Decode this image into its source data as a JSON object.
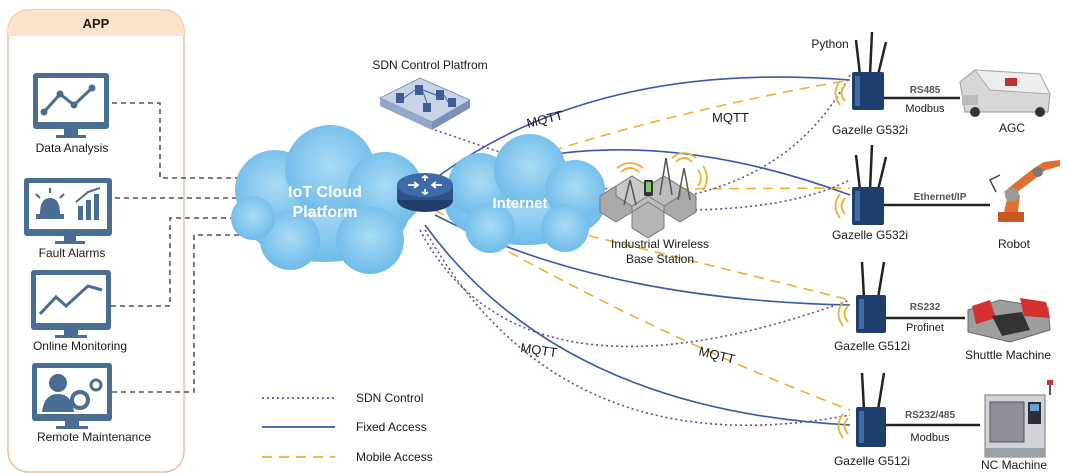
{
  "app_panel": {
    "title": "APP",
    "items": [
      {
        "label": "Data Analysis",
        "icon": "line-chart-icon"
      },
      {
        "label": "Fault Alarms",
        "icon": "alarm-chart-icon"
      },
      {
        "label": "Online Monitoring",
        "icon": "monitoring-icon"
      },
      {
        "label": "Remote Maintenance",
        "icon": "maintenance-icon"
      }
    ]
  },
  "cloud": {
    "line1": "IoT Cloud",
    "line2": "Platform"
  },
  "internet": {
    "label": "Internet"
  },
  "sdn": {
    "label": "SDN Control Platfrom"
  },
  "base_station": {
    "line1": "Industrial  Wireless",
    "line2": "Base Station"
  },
  "protocols": {
    "mqtt1": "MQTT",
    "mqtt2": "MQTT",
    "mqtt3": "MQTT",
    "mqtt4": "MQTT"
  },
  "devices": [
    {
      "router": "Gazelle G532i",
      "tag": "Python",
      "link_top": "RS485",
      "link_bottom": "Modbus",
      "machine": "AGC"
    },
    {
      "router": "Gazelle G532i",
      "link_top": "Ethernet/IP",
      "link_bottom": "",
      "machine": "Robot"
    },
    {
      "router": "Gazelle G512i",
      "link_top": "RS232",
      "link_bottom": "Profinet",
      "machine": "Shuttle Machine"
    },
    {
      "router": "Gazelle G512i",
      "link_top": "RS232/485",
      "link_bottom": "Modbus",
      "machine": "NC Machine"
    }
  ],
  "legend": [
    {
      "label": "SDN Control",
      "color": "#6a4c9c"
    },
    {
      "label": "Fixed Access",
      "color": "#3a5aa8"
    },
    {
      "label": "Mobile Access",
      "color": "#f0b030"
    }
  ],
  "colors": {
    "cloud": "#7ec6ee",
    "cloud_text": "#ffffff",
    "panel_border": "#f3b27a",
    "fixed": "#3a5aa8",
    "mobile": "#f0b030",
    "sdn": "#6a4c9c"
  }
}
